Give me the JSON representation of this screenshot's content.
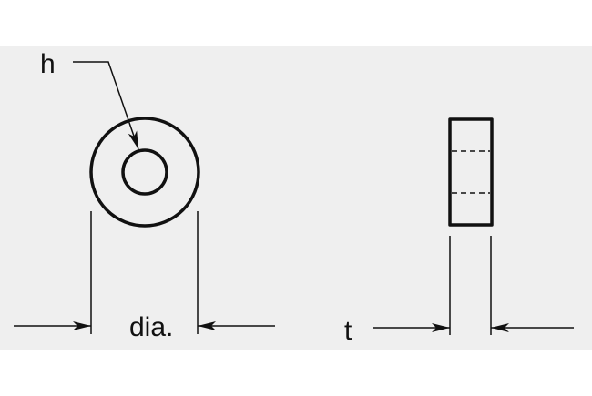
{
  "diagram": {
    "type": "technical-dimension-drawing",
    "subject": "washer / spacer",
    "background_color": "#ffffff",
    "panel_color": "#efefef",
    "line_color": "#111111",
    "views": {
      "front": {
        "name": "front view (rings)",
        "labels": {
          "hole": "h",
          "diameter": "dia."
        }
      },
      "side": {
        "name": "side view (profile)",
        "labels": {
          "thickness": "t"
        }
      }
    }
  }
}
